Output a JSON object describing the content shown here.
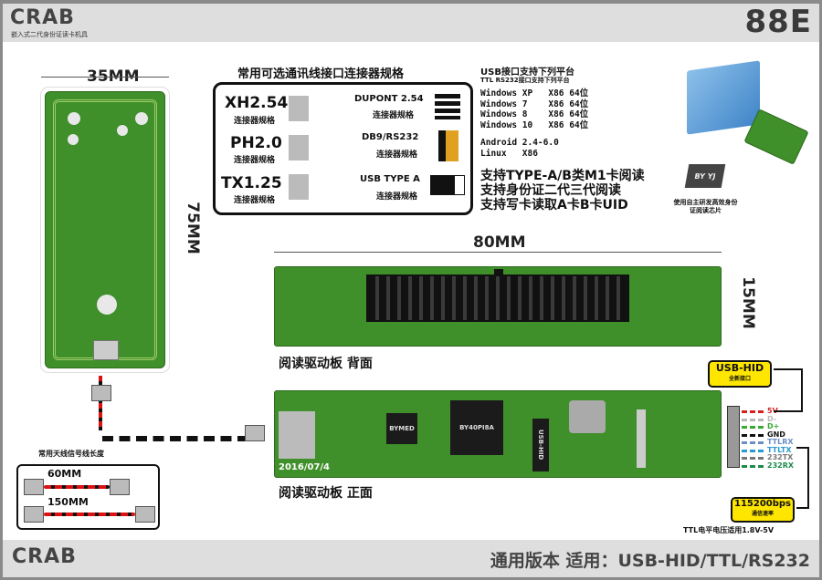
{
  "header": {
    "brand": "CRAB",
    "subtitle": "嵌入式二代身份证读卡机具",
    "model": "88E"
  },
  "antenna_card": {
    "width_label": "35MM",
    "height_label": "75MM"
  },
  "connectors": {
    "title": "常用可选通讯线接口连接器规格",
    "items": [
      {
        "name": "XH2.54",
        "caption": "连接器规格"
      },
      {
        "name": "PH2.0",
        "caption": "连接器规格"
      },
      {
        "name": "TX1.25",
        "caption": "连接器规格"
      },
      {
        "name": "DUPONT 2.54",
        "caption": "连接器规格"
      },
      {
        "name": "DB9/RS232",
        "caption": "连接器规格"
      },
      {
        "name": "USB TYPE A",
        "caption": "连接器规格"
      }
    ]
  },
  "platforms": {
    "title": "USB接口支持下列平台",
    "subtitle": "TTL RS232接口支持下列平台",
    "list": [
      "Windows XP   X86 64位",
      "Windows 7    X86 64位",
      "Windows 8    X86 64位",
      "Windows 10   X86 64位"
    ],
    "other": [
      "Android 2.4-6.0",
      "Linux   X86"
    ]
  },
  "features": [
    "支持TYPE-A/B类M1卡阅读",
    "支持身份证二代三代阅读",
    "支持写卡读取A卡B卡UID"
  ],
  "chip": {
    "label": "BY YJ",
    "caption": "使用自主研发高效身份证阅读芯片"
  },
  "board": {
    "width_label": "80MM",
    "height_label": "15MM",
    "back_label": "阅读驱动板 背面",
    "front_label": "阅读驱动板 正面",
    "date": "2016/07/4",
    "chip1": "BYMED",
    "chip2": "BY40PI8A",
    "usb_chip": "USB-HID"
  },
  "pins": [
    {
      "label": "5V",
      "color": "#d42020"
    },
    {
      "label": "D-",
      "color": "#b8b8b8"
    },
    {
      "label": "D+",
      "color": "#3aa836"
    },
    {
      "label": "GND",
      "color": "#111111"
    },
    {
      "label": "TTLRX",
      "color": "#6a8ec8"
    },
    {
      "label": "TTLTX",
      "color": "#2a9ad0"
    },
    {
      "label": "232TX",
      "color": "#777777"
    },
    {
      "label": "232RX",
      "color": "#1d8a4a"
    }
  ],
  "usb_hid": {
    "title": "USB-HID",
    "subtitle": "全新接口"
  },
  "baud": {
    "title": "115200bps",
    "subtitle": "通信速率"
  },
  "ttl_note": "TTL电平电压适用1.8V-5V",
  "antenna_cables": {
    "title": "常用天线信号线长度",
    "lengths": [
      "60MM",
      "150MM"
    ]
  },
  "footer": {
    "brand": "CRAB",
    "text": "通用版本 适用：USB-HID/TTL/RS232"
  }
}
